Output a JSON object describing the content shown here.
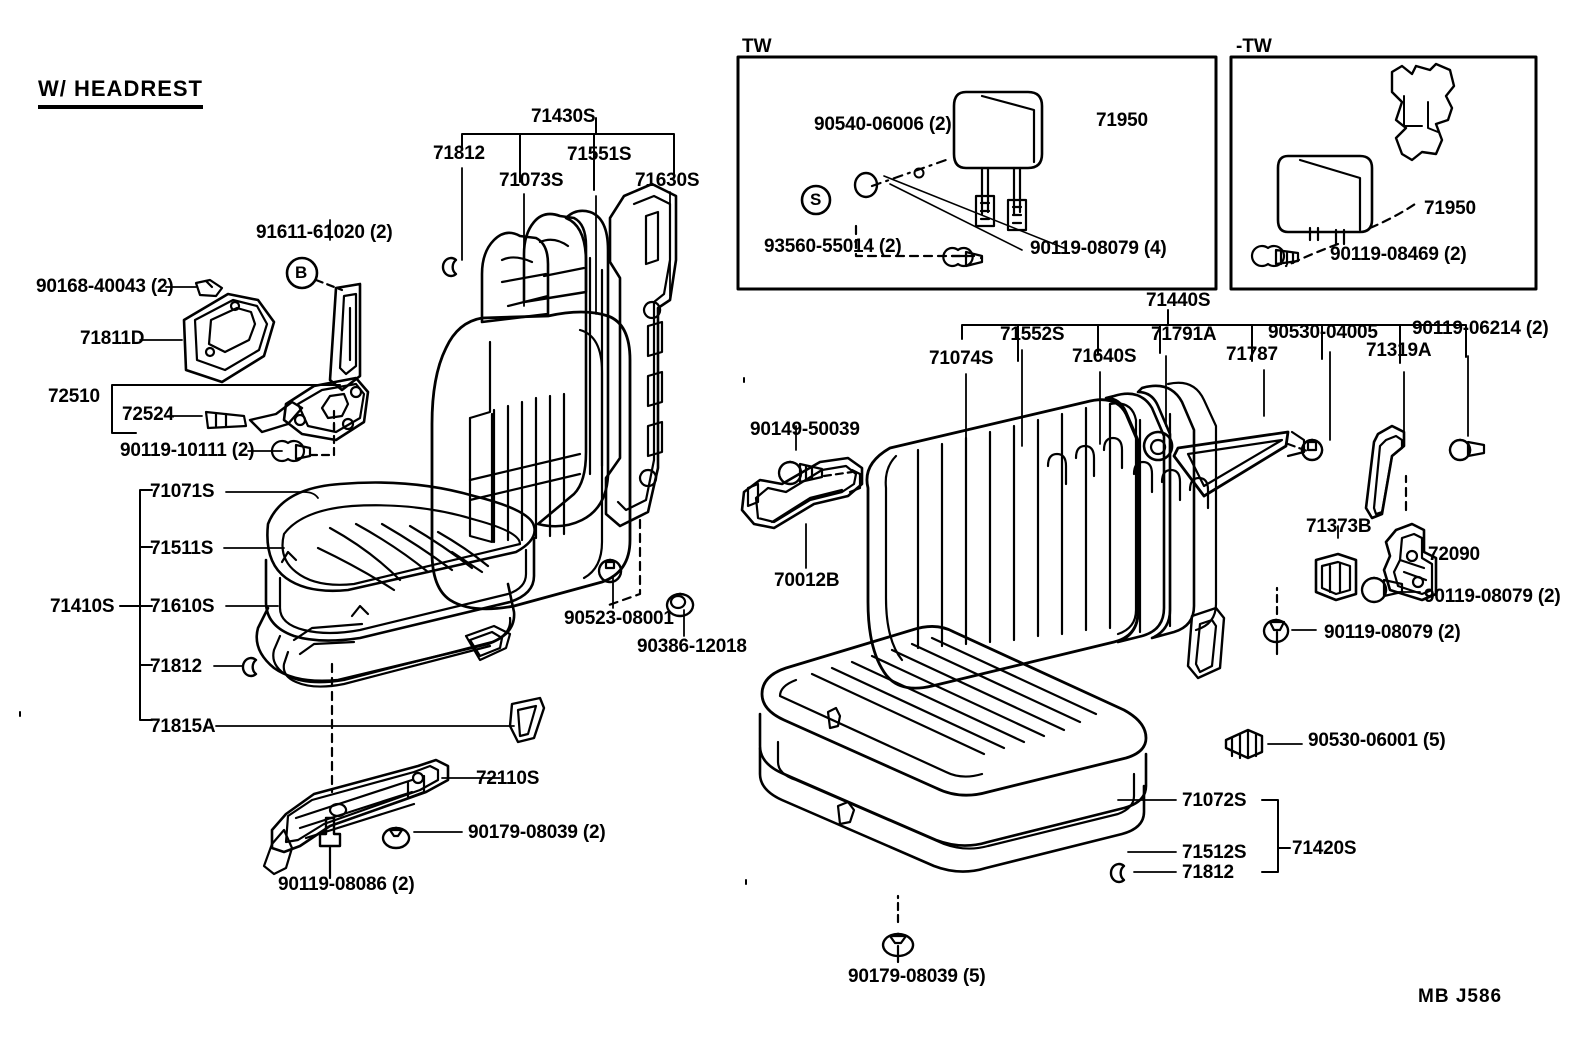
{
  "diagram": {
    "title": "W/ HEADREST",
    "footer_code": "MB  J586",
    "insets": [
      {
        "name": "tw-inset",
        "label": "TW"
      },
      {
        "name": "minus-tw-inset",
        "label": "-TW"
      }
    ]
  },
  "labels": {
    "front_seat": {
      "bolt_90168": "90168-40043 (2)",
      "cover_71811D": "71811D",
      "circle_B": "B",
      "screw_91611": "91611-61020 (2)",
      "adjuster_72510": "72510",
      "knob_72524": "72524",
      "bolt_90119_10111": "90119-10111 (2)",
      "cushion_71071S": "71071S",
      "pad_71511S": "71511S",
      "frame_71610S": "71610S",
      "hook_71812_cushion": "71812",
      "trim_71815A": "71815A",
      "group_71410S": "71410S",
      "track_72110S": "72110S",
      "nut_90179_08039_2": "90179-08039 (2)",
      "bolt_90119_08086": "90119-08086 (2)"
    },
    "front_back": {
      "group_71430S": "71430S",
      "hook_71812": "71812",
      "cover_71073S": "71073S",
      "pad_71551S": "71551S",
      "frame_71630S": "71630S",
      "washer_90523_08001": "90523-08001",
      "nut_90386_12018": "90386-12018"
    },
    "center": {
      "bolt_90149_50039": "90149-50039",
      "bracket_70012B": "70012B"
    },
    "rear_back": {
      "group_71440S": "71440S",
      "cover_71074S": "71074S",
      "pad_71552S": "71552S",
      "frame_71640S": "71640S",
      "grommet_71791A": "71791A",
      "wire_71787": "71787",
      "clip_90530_04005": "90530-04005",
      "hinge_71319A": "71319A",
      "bolt_90119_06214": "90119-06214 (2)",
      "striker_71373B": "71373B",
      "lock_72090": "72090",
      "bolt_90119_08079_lock": "90119-08079 (2)",
      "bolt_90119_08079_lower": "90119-08079 (2)",
      "clip_90530_06001": "90530-06001 (5)"
    },
    "rear_cushion": {
      "cover_71072S": "71072S",
      "pad_71512S": "71512S",
      "hook_71812": "71812",
      "group_71420S": "71420S",
      "nut_90179_08039_5": "90179-08039 (5)"
    },
    "tw_inset": {
      "headrest_71950": "71950",
      "support_90540_06006": "90540-06006 (2)",
      "circle_S": "S",
      "bush_93560_55014": "93560-55014 (2)",
      "bolt_90119_08079": "90119-08079 (4)"
    },
    "minus_tw_inset": {
      "headrest_71950": "71950",
      "bolt_90119_08469": "90119-08469 (2)"
    }
  },
  "style": {
    "ink": "#000000",
    "paper": "#ffffff"
  }
}
